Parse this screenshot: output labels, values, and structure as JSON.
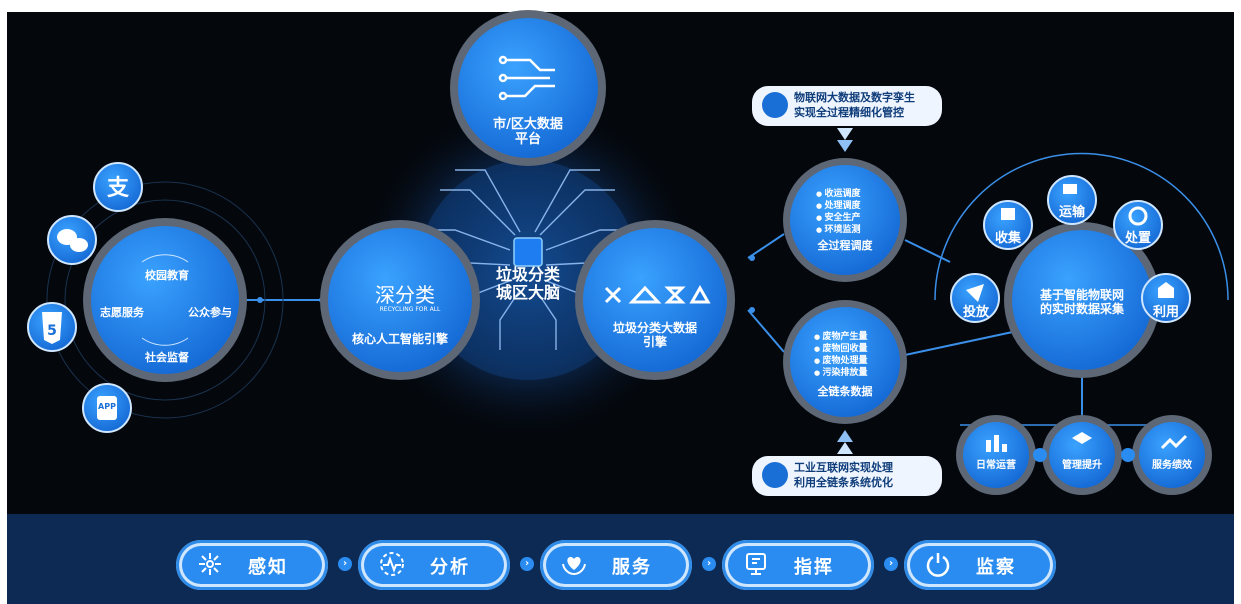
{
  "center": {
    "brain_title_line1": "垃圾分类",
    "brain_title_line2": "城区大脑",
    "city_platform_line1": "市/区大数据",
    "city_platform_line2": "平台",
    "ai_engine_logo_text": "深分类",
    "ai_engine_logo_sub": "RECYCLING FOR ALL",
    "ai_engine_label": "核心人工智能引擎",
    "bigdata_engine_line1": "垃圾分类大数据",
    "bigdata_engine_line2": "引擎"
  },
  "left_cluster": {
    "items": [
      "校园教育",
      "志愿服务",
      "公众参与",
      "社会监督"
    ],
    "channel_icons": [
      "alipay-icon",
      "wechat-icon",
      "html5-icon",
      "app-icon"
    ],
    "app_label": "APP"
  },
  "dispatch": {
    "items": [
      "收运调度",
      "处理调度",
      "安全生产",
      "环境监测"
    ],
    "title": "全过程调度"
  },
  "chain": {
    "items": [
      "废物产生量",
      "废物回收量",
      "废物处理量",
      "污染排放量"
    ],
    "title": "全链条数据"
  },
  "callouts": {
    "top_line1": "物联网大数据及数字孪生",
    "top_line2": "实现全过程精细化管控",
    "bottom_line1": "工业互联网实现处理",
    "bottom_line2": "利用全链条系统优化"
  },
  "iot": {
    "center_line1": "基于智能物联网",
    "center_line2": "的实时数据采集",
    "stages": [
      "投放",
      "收集",
      "运输",
      "处置",
      "利用"
    ]
  },
  "ops": [
    "日常运营",
    "管理提升",
    "服务绩效"
  ],
  "flow": [
    "感知",
    "分析",
    "服务",
    "指挥",
    "监察"
  ],
  "colors": {
    "background": "#04070c",
    "bottom_band": "#0d2a55",
    "primary_blue": "#2a8cf0",
    "ring_gray": "#5d6775",
    "line_blue": "#3a8fe8"
  }
}
